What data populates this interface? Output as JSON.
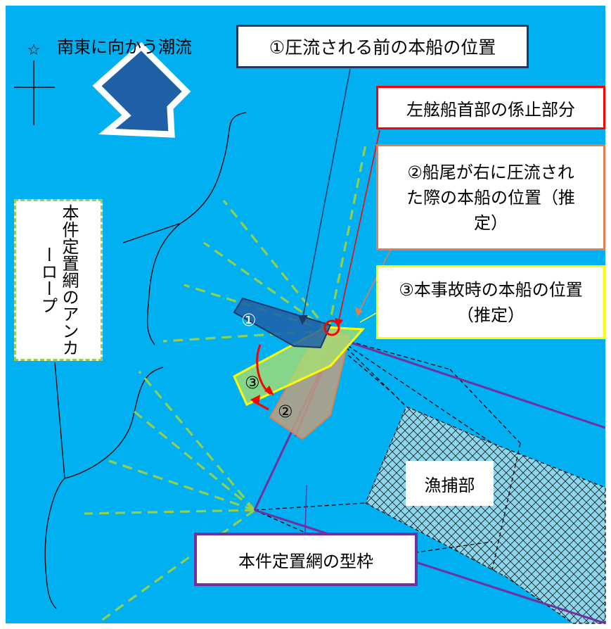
{
  "colors": {
    "sea": "#00B0F0",
    "ship1": "#1F5FA6",
    "ship2": "#C0A080",
    "ship3": "#A8E070",
    "net_frame": "#7030A0",
    "anchor_ropes": "#92D050",
    "catch_area": "#8DD8EE",
    "highlight": "#FF0000",
    "box1_border": "#1F3864",
    "box2_border": "#E08050",
    "box3_border": "#FFFF00",
    "box_red_border": "#FF0000",
    "box_net_border": "#7030A0"
  },
  "compass": {
    "symbol": "☆"
  },
  "current": {
    "label": "南東に向かう潮流"
  },
  "labels": {
    "pos1": "①圧流される前の本船の位置",
    "hook": "左舷船首部の係止部分",
    "pos2": "②船尾が右に圧流された際の本船の位置（推定）",
    "pos3": "③本事故時の本船の位置（推定）",
    "anchor_rope": "本件定置網のアンカーロープ",
    "catch": "漁捕部",
    "frame": "本件定置網の型枠"
  },
  "markers": {
    "m1": "①",
    "m2": "②",
    "m3": "③"
  }
}
